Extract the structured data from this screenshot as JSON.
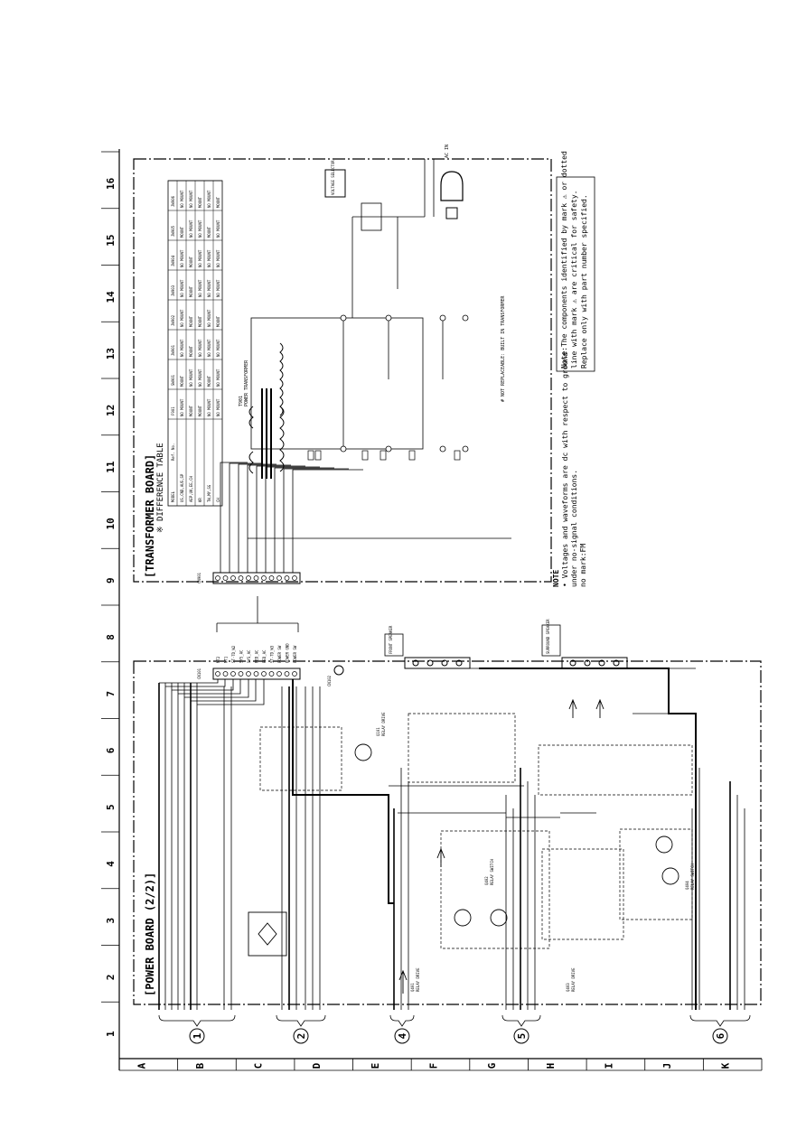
{
  "boards": {
    "power_title": "[POWER BOARD (2/2)]",
    "transformer_title": "[TRANSFORMER BOARD]"
  },
  "grid": {
    "columns": [
      "1",
      "2",
      "3",
      "4",
      "5",
      "6",
      "7",
      "8",
      "9",
      "10",
      "11",
      "12",
      "13",
      "14",
      "15",
      "16"
    ],
    "rows": [
      "A",
      "B",
      "C",
      "D",
      "E",
      "F",
      "G",
      "H",
      "I",
      "J",
      "K"
    ]
  },
  "connector_groups": [
    "1",
    "2",
    "4",
    "5",
    "6"
  ],
  "parts": {
    "cn101": "CN101",
    "cn102": "CN102",
    "cn901": "CN901",
    "q101": "Q101",
    "q101_desc": "RELAY DRIVE",
    "q401": "Q401",
    "q401_desc": "RELAY DRIVE",
    "q402": "Q402",
    "q402_desc": "RELAY SWITCH",
    "q403": "Q403",
    "q403_desc": "RELAY DRIVE",
    "q404": "Q404",
    "q404_desc": "RELAY SWITCH",
    "t901": "T901",
    "t901_desc": "POWER TRANSFORMER",
    "ac_in": "AC IN",
    "voltage_selector": "VOLTAGE SELECTOR",
    "front_speaker": "FRONT SPEAKER",
    "surround_speaker": "SURROUND SPEAKER",
    "not_replaceable": "# NOT REPLACEABLE: BUILT IN TRANSFORMER"
  },
  "cn101_pins": [
    "NT2",
    "NT1",
    "ST-TD_W2",
    "SYS_AC",
    "SYS_AC",
    "RED_AC",
    "RED_AC",
    "ST-TD_W3",
    "POWER SW",
    "POWER GND",
    "POWER SW"
  ],
  "difference_table": {
    "caption": "※ DIFFERENCE TABLE",
    "header_model": "MODEL",
    "header_ref": "Ref. No.",
    "columns": [
      "F901",
      "SW901",
      "JW901",
      "JW902",
      "JW903",
      "JW904",
      "JW905",
      "JW906"
    ],
    "rows": [
      {
        "model": "US,CND,AUS,SP",
        "cells": [
          "NO MOUNT",
          "MOUNT",
          "NO MOUNT",
          "NO MOUNT",
          "NO MOUNT",
          "NO MOUNT",
          "MOUNT",
          "NO MOUNT"
        ]
      },
      {
        "model": "AEP,UK,EE,CH",
        "cells": [
          "MOUNT",
          "NO MOUNT",
          "MOUNT",
          "MOUNT",
          "MOUNT",
          "MOUNT",
          "NO MOUNT",
          "NO MOUNT"
        ]
      },
      {
        "model": "KR",
        "cells": [
          "MOUNT",
          "NO MOUNT",
          "NO MOUNT",
          "MOUNT",
          "NO MOUNT",
          "NO MOUNT",
          "NO MOUNT",
          "MOUNT"
        ]
      },
      {
        "model": "TW,MY,SG",
        "cells": [
          "NO MOUNT",
          "MOUNT",
          "NO MOUNT",
          "NO MOUNT",
          "NO MOUNT",
          "NO MOUNT",
          "MOUNT",
          "NO MOUNT"
        ]
      },
      {
        "model": "CH",
        "cells": [
          "NO MOUNT",
          "NO MOUNT",
          "NO MOUNT",
          "MOUNT",
          "NO MOUNT",
          "NO MOUNT",
          "NO MOUNT",
          "MOUNT"
        ]
      }
    ]
  },
  "notes": {
    "label": "NOTE",
    "line1": "• Voltages and waveforms are dc with respect to ground",
    "line2": "under no-signal conditions.",
    "line3": "no mark:FM",
    "safety1": "Note:The components identified by mark ⚠ or dotted",
    "safety2": "line with mark ⚠ are critical for safety.",
    "safety3": "Replace only with part number specified."
  },
  "colors": {
    "ink": "#000000",
    "paper": "#ffffff"
  }
}
